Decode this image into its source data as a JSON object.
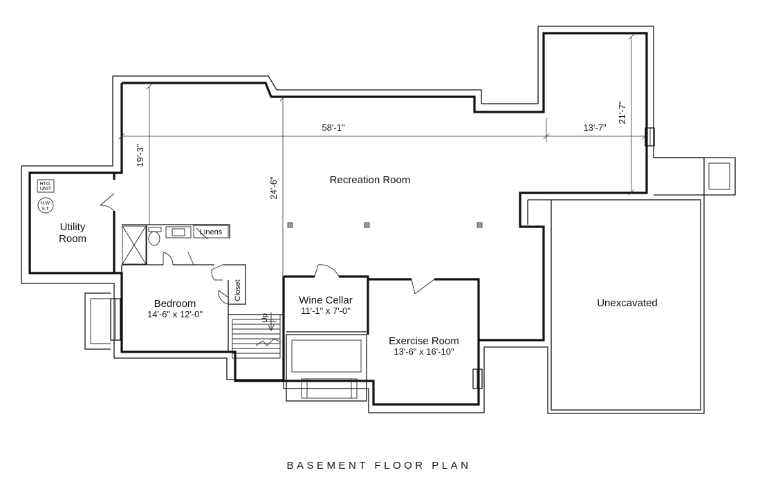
{
  "title": "BASEMENT FLOOR PLAN",
  "rooms": {
    "recreation": {
      "name": "Recreation Room"
    },
    "utility": {
      "name_line1": "Utility",
      "name_line2": "Room"
    },
    "bedroom": {
      "name": "Bedroom",
      "size": "14'-6\" x 12'-0\""
    },
    "wine_cellar": {
      "name": "Wine Cellar",
      "size": "11'-1\" x 7'-0\""
    },
    "exercise": {
      "name": "Exercise Room",
      "size": "13'-6\" x 16'-10\""
    },
    "unexcavated": {
      "name": "Unexcavated"
    },
    "linens": {
      "name": "Linens"
    },
    "closet": {
      "name": "Closet"
    }
  },
  "fixtures": {
    "htg_line1": "HTG.",
    "htg_line2": "UNIT",
    "hw_line1": "H.W.",
    "hw_line2": "S.T."
  },
  "stairs": {
    "label": "Up"
  },
  "dimensions": {
    "overall_width": "58'-1\"",
    "right_width": "13'-7\"",
    "right_depth": "21'-7\"",
    "left_depth": "19'-3\"",
    "center_depth": "24'-6\""
  }
}
